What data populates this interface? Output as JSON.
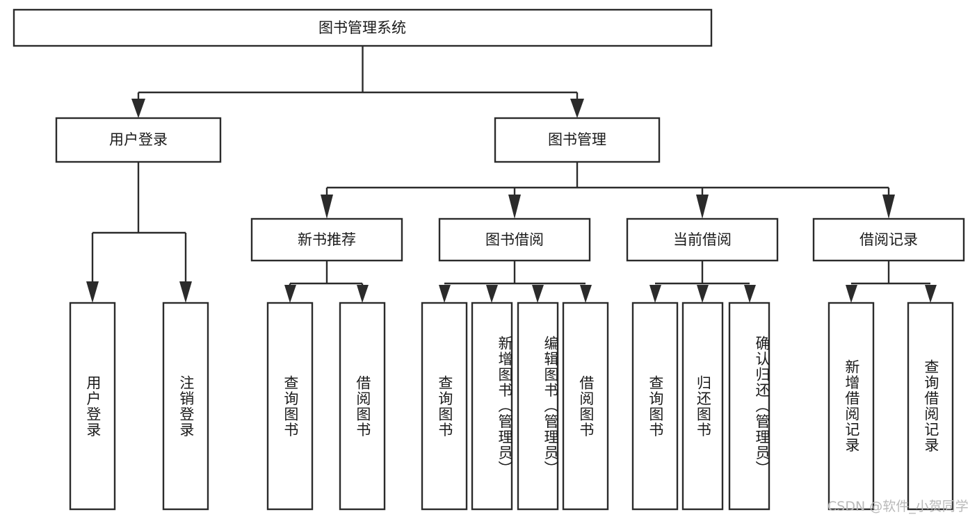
{
  "diagram": {
    "title": "图书管理系统",
    "type": "tree-hierarchy",
    "watermark": "CSDN @软件_小贺同学",
    "colors": {
      "background": "#ffffff",
      "stroke": "#2b2b2b",
      "box_fill": "#ffffff",
      "text": "#1a1a1a",
      "watermark": "#b9b9b9"
    },
    "root": {
      "label": "图书管理系统",
      "orientation": "horizontal"
    },
    "level2": [
      {
        "id": "user-login",
        "label": "用户登录",
        "orientation": "horizontal"
      },
      {
        "id": "book-manage",
        "label": "图书管理",
        "orientation": "horizontal"
      }
    ],
    "level3": [
      {
        "id": "new-book-recommend",
        "label": "新书推荐",
        "orientation": "horizontal",
        "parent": "book-manage"
      },
      {
        "id": "book-borrow",
        "label": "图书借阅",
        "orientation": "horizontal",
        "parent": "book-manage"
      },
      {
        "id": "current-borrow",
        "label": "当前借阅",
        "orientation": "horizontal",
        "parent": "book-manage"
      },
      {
        "id": "borrow-record",
        "label": "借阅记录",
        "orientation": "horizontal",
        "parent": "book-manage"
      }
    ],
    "leaves": [
      {
        "id": "leaf-user-login",
        "label": "用户登录",
        "orientation": "vertical",
        "parent": "user-login"
      },
      {
        "id": "leaf-logout-login",
        "label": "注销登录",
        "orientation": "vertical",
        "parent": "user-login"
      },
      {
        "id": "leaf-query-book-1",
        "label": "查询图书",
        "orientation": "vertical",
        "parent": "new-book-recommend"
      },
      {
        "id": "leaf-borrow-book-1",
        "label": "借阅图书",
        "orientation": "vertical",
        "parent": "new-book-recommend"
      },
      {
        "id": "leaf-query-book-2",
        "label": "查询图书",
        "orientation": "vertical",
        "parent": "book-borrow"
      },
      {
        "id": "leaf-add-book",
        "label": "新增图书（管理员）",
        "orientation": "vertical",
        "parent": "book-borrow"
      },
      {
        "id": "leaf-edit-book",
        "label": "编辑图书（管理员）",
        "orientation": "vertical",
        "parent": "book-borrow"
      },
      {
        "id": "leaf-borrow-book-2",
        "label": "借阅图书",
        "orientation": "vertical",
        "parent": "book-borrow"
      },
      {
        "id": "leaf-query-book-3",
        "label": "查询图书",
        "orientation": "vertical",
        "parent": "current-borrow"
      },
      {
        "id": "leaf-return-book",
        "label": "归还图书",
        "orientation": "vertical",
        "parent": "current-borrow"
      },
      {
        "id": "leaf-confirm-return",
        "label": "确认归还（管理员）",
        "orientation": "vertical",
        "parent": "current-borrow"
      },
      {
        "id": "leaf-add-record",
        "label": "新增借阅记录",
        "orientation": "vertical",
        "parent": "borrow-record"
      },
      {
        "id": "leaf-query-record",
        "label": "查询借阅记录",
        "orientation": "vertical",
        "parent": "borrow-record"
      }
    ]
  }
}
